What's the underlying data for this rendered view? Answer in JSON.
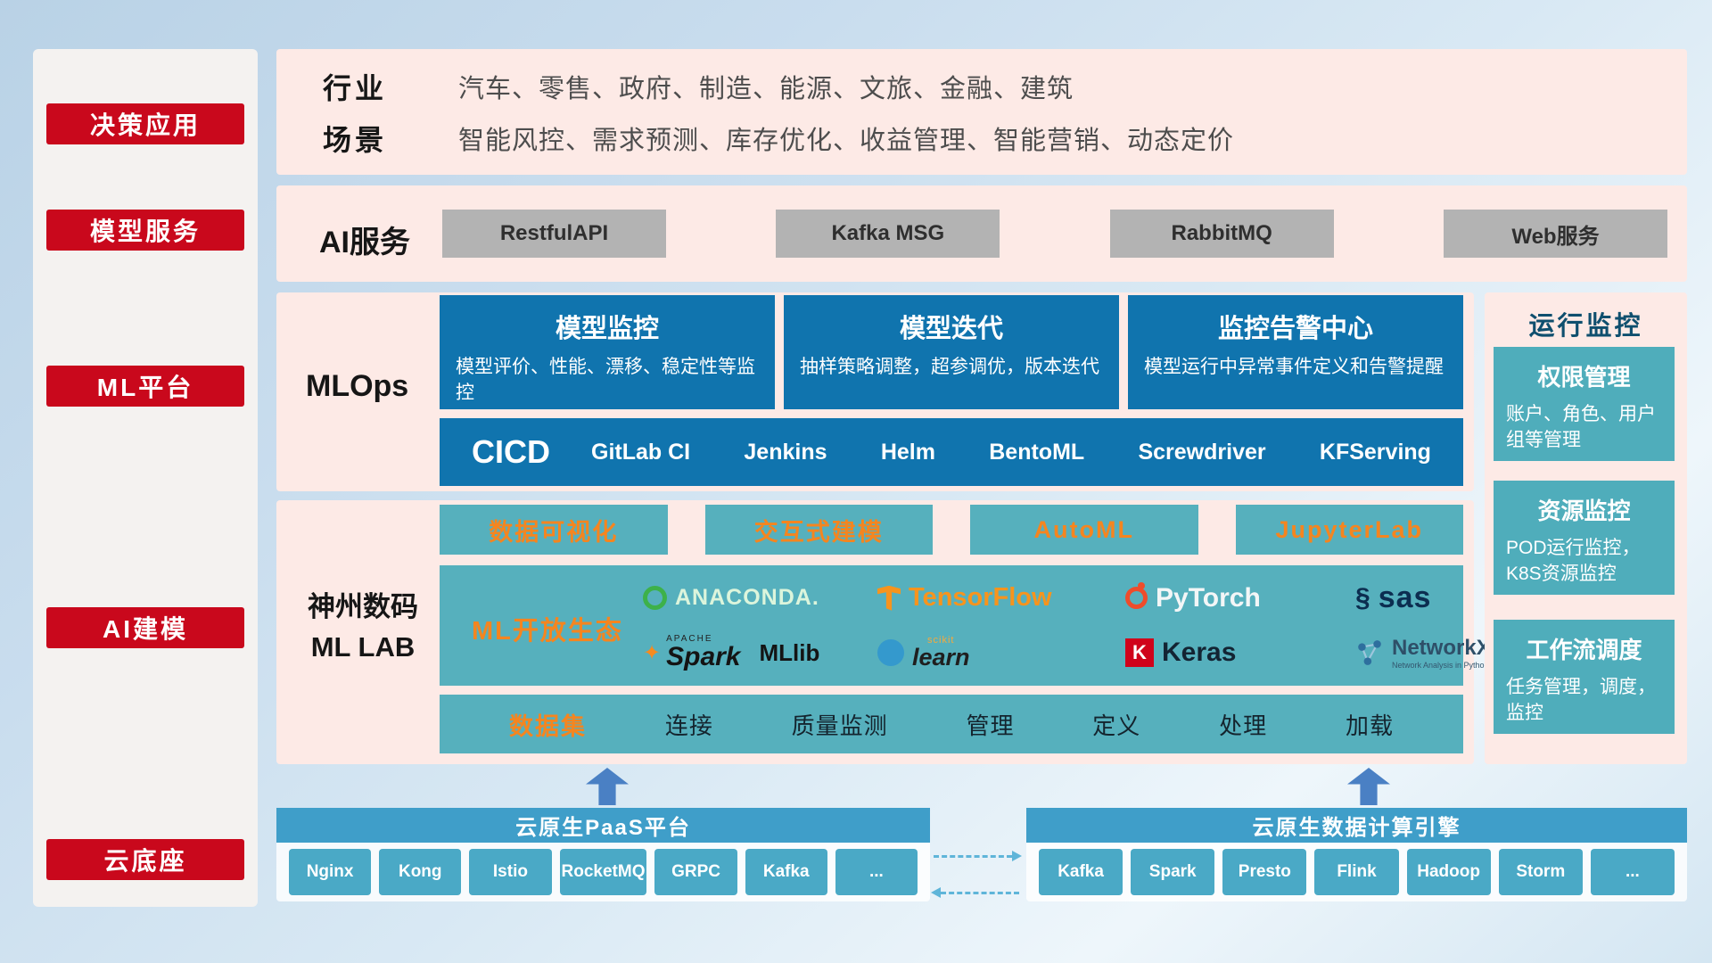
{
  "sidebar": {
    "items": [
      "决策应用",
      "模型服务",
      "ML平台",
      "AI建模",
      "云底座"
    ]
  },
  "industry": {
    "label1": "行业",
    "text1": "汽车、零售、政府、制造、能源、文旅、金融、建筑",
    "label2": "场景",
    "text2": "智能风控、需求预测、库存优化、收益管理、智能营销、动态定价"
  },
  "ai_service": {
    "label": "AI服务",
    "items": [
      "RestfulAPI",
      "Kafka MSG",
      "RabbitMQ",
      "Web服务"
    ]
  },
  "mlops": {
    "label": "MLOps",
    "cards": [
      {
        "title": "模型监控",
        "desc": "模型评价、性能、漂移、稳定性等监控"
      },
      {
        "title": "模型迭代",
        "desc": "抽样策略调整，超参调优，版本迭代"
      },
      {
        "title": "监控告警中心",
        "desc": "模型运行中异常事件定义和告警提醒"
      }
    ],
    "cicd_label": "CICD",
    "cicd_items": [
      "GitLab CI",
      "Jenkins",
      "Helm",
      "BentoML",
      "Screwdriver",
      "KFServing"
    ]
  },
  "mllab": {
    "label_line1": "神州数码",
    "label_line2": "ML LAB",
    "tools": [
      "数据可视化",
      "交互式建模",
      "AutoML",
      "JupyterLab"
    ],
    "eco_label": "ML开放生态",
    "logos": {
      "anaconda": "ANACONDA.",
      "tensorflow": "TensorFlow",
      "pytorch": "PyTorch",
      "sas": "sas",
      "apache": "APACHE",
      "spark": "Spark",
      "mllib": "MLlib",
      "scikit": "scikit",
      "learn": "learn",
      "keras_letter": "K",
      "keras": "Keras",
      "networkx": "NetworkX",
      "networkx_sub": "Network Analysis in Python"
    },
    "dataset_label": "数据集",
    "dataset_items": [
      "连接",
      "质量监测",
      "管理",
      "定义",
      "处理",
      "加载"
    ]
  },
  "monitor": {
    "title": "运行监控",
    "cards": [
      {
        "title": "权限管理",
        "desc": "账户、角色、用户组等管理"
      },
      {
        "title": "资源监控",
        "desc": "POD运行监控，K8S资源监控"
      },
      {
        "title": "工作流调度",
        "desc": "任务管理，调度，监控"
      }
    ]
  },
  "cloud": {
    "paas_title": "云原生PaaS平台",
    "paas_items": [
      "Nginx",
      "Kong",
      "Istio",
      "RocketMQ",
      "GRPC",
      "Kafka",
      "..."
    ],
    "engine_title": "云原生数据计算引擎",
    "engine_items": [
      "Kafka",
      "Spark",
      "Presto",
      "Flink",
      "Hadoop",
      "Storm",
      "..."
    ]
  },
  "colors": {
    "red": "#c9081c",
    "panel_pink": "#fdeae6",
    "card_blue": "#1074ae",
    "teal": "#56b0bd",
    "teal_button": "#4aa9c6",
    "orange": "#f5851f",
    "bottom_bar_blue": "#3f9ec9",
    "arrow_blue": "#4a80c4"
  }
}
